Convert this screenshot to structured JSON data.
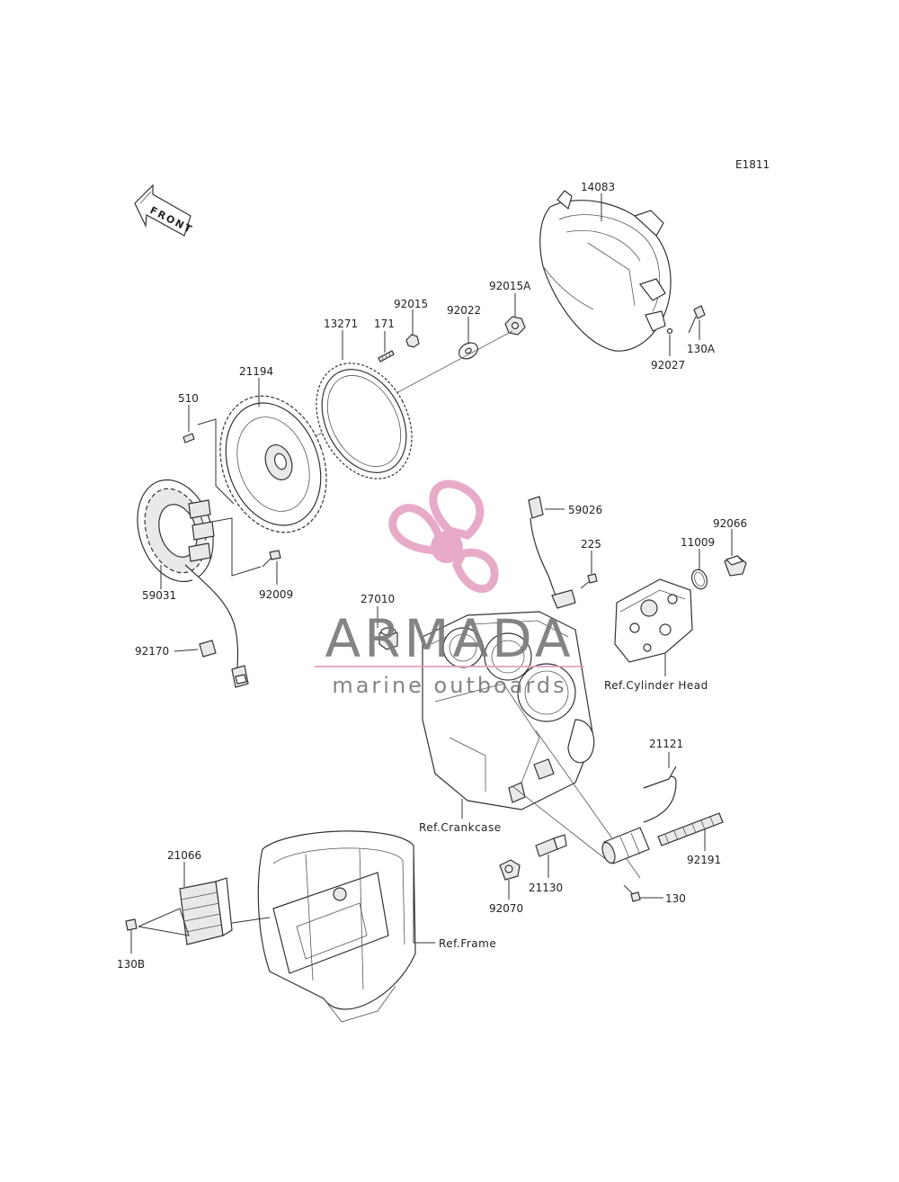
{
  "diagram": {
    "code": "E1811",
    "front_label": "FRONT",
    "parts": [
      {
        "id": "p14083",
        "label": "14083"
      },
      {
        "id": "p92015",
        "label": "92015"
      },
      {
        "id": "p92015A",
        "label": "92015A"
      },
      {
        "id": "p13271",
        "label": "13271"
      },
      {
        "id": "p171",
        "label": "171"
      },
      {
        "id": "p92022",
        "label": "92022"
      },
      {
        "id": "p130A",
        "label": "130A"
      },
      {
        "id": "p92027",
        "label": "92027"
      },
      {
        "id": "p21194",
        "label": "21194"
      },
      {
        "id": "p510",
        "label": "510"
      },
      {
        "id": "p59031",
        "label": "59031"
      },
      {
        "id": "p92009",
        "label": "92009"
      },
      {
        "id": "p92170",
        "label": "92170"
      },
      {
        "id": "p59026",
        "label": "59026"
      },
      {
        "id": "p225",
        "label": "225"
      },
      {
        "id": "p11009",
        "label": "11009"
      },
      {
        "id": "p92066",
        "label": "92066"
      },
      {
        "id": "p27010",
        "label": "27010"
      },
      {
        "id": "p21121",
        "label": "21121"
      },
      {
        "id": "p92191",
        "label": "92191"
      },
      {
        "id": "p21130",
        "label": "21130"
      },
      {
        "id": "p92070",
        "label": "92070"
      },
      {
        "id": "p130",
        "label": "130"
      },
      {
        "id": "p21066",
        "label": "21066"
      },
      {
        "id": "p130B",
        "label": "130B"
      }
    ],
    "references": {
      "cylinder_head": "Ref.Cylinder Head",
      "crankcase": "Ref.Crankcase",
      "frame": "Ref.Frame"
    }
  },
  "watermark": {
    "brand": "ARMADA",
    "tagline": "marine outboards",
    "colors": {
      "pink": "#e6a4c4",
      "gray": "#7a7a7a"
    }
  }
}
